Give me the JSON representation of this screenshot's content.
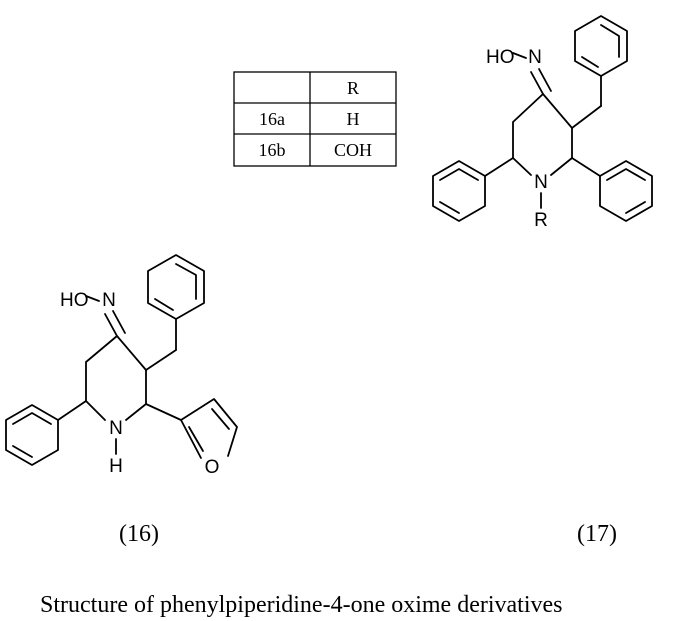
{
  "table": {
    "header": [
      "",
      "R"
    ],
    "rows": [
      [
        "16a",
        "H"
      ],
      [
        "16b",
        "COH"
      ]
    ]
  },
  "molecule_16": {
    "label": "(16)",
    "atoms": {
      "hydroxyl": "HO",
      "oxime_n": "N",
      "ring_n": "N",
      "ring_nh": "H",
      "furan_o": "O"
    },
    "icon": "molecule-16-structure-icon"
  },
  "molecule_17": {
    "label": "(17)",
    "atoms": {
      "hydroxyl": "HO",
      "oxime_n": "N",
      "ring_n": "N",
      "substituent": "R"
    },
    "icon": "molecule-17-structure-icon"
  },
  "caption": "Structure of phenylpiperidine-4-one oxime derivatives"
}
